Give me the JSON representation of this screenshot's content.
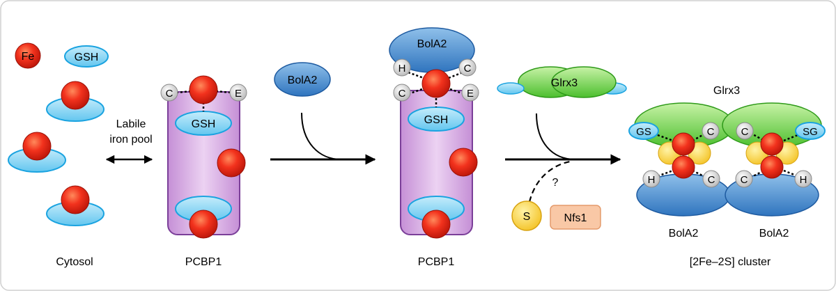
{
  "labels": {
    "fe": "Fe",
    "gsh": "GSH",
    "labile_line1": "Labile",
    "labile_line2": "iron pool",
    "cytosol": "Cytosol",
    "pcbp1_left": "PCBP1",
    "pcbp1_mid": "PCBP1",
    "bola2_free": "BolA2",
    "bola2_bound": "BolA2",
    "glrx3_free": "Glrx3",
    "glrx3_complex": "Glrx3",
    "question": "?",
    "sulfur": "S",
    "nfs1": "Nfs1",
    "bola2_left": "BolA2",
    "bola2_right": "BolA2",
    "cluster": "[2Fe–2S] cluster"
  },
  "residues": {
    "c": "C",
    "e": "E",
    "h": "H",
    "gs": "GS",
    "sg": "SG"
  },
  "colors": {
    "iron": "#e8261a",
    "gsh_fill": "#8ed6f3",
    "gsh_stroke": "#1aa3e0",
    "pcbp1_fill": "#d8a8e3",
    "pcbp1_stroke": "#7b3f99",
    "bola2_fill": "#4d8fcf",
    "glrx3_fill": "#6fd24c",
    "sulfur_fill": "#f7d23e",
    "nfs1_fill": "#f7c5a6",
    "residue_fill": "#d9d9d9"
  }
}
